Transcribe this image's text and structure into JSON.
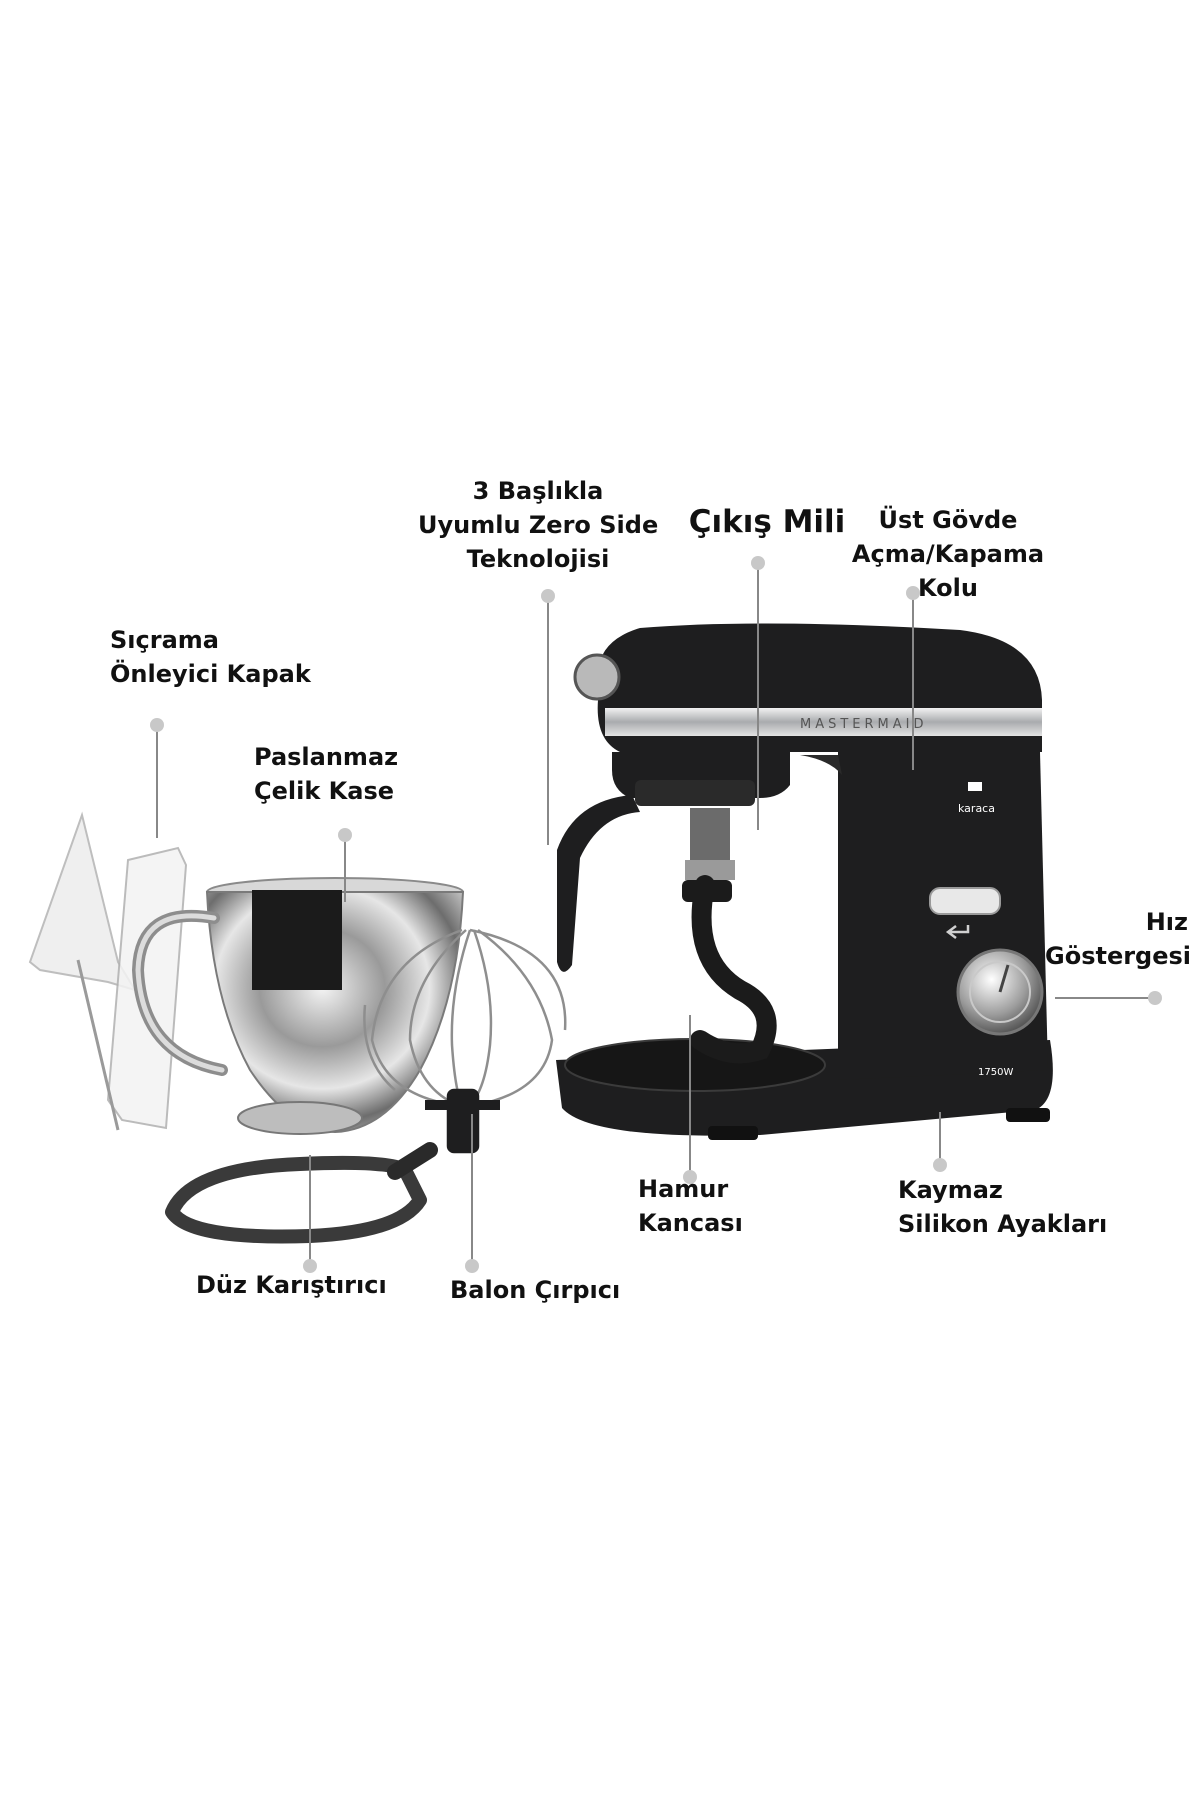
{
  "colors": {
    "background": "#ffffff",
    "callout_dot": "#c8c8c8",
    "callout_line": "#888888",
    "body": "#1e1e1f",
    "chrome": "#c9ccd0",
    "label_text": "#111111"
  },
  "product": {
    "brand_band": "MASTERMAID",
    "logo": "karaca",
    "power": "1750W"
  },
  "callouts": {
    "zero_side": {
      "lines": [
        "3 Başlıkla",
        "Uyumlu Zero Side",
        "Teknolojisi"
      ]
    },
    "output_shaft": {
      "lines": [
        "Çıkış Mili"
      ]
    },
    "upper_body": {
      "lines": [
        "Üst Gövde",
        "Açma/Kapama",
        "Kolu"
      ]
    },
    "splash_guard": {
      "lines": [
        "Sıçrama",
        "Önleyici Kapak"
      ]
    },
    "bowl": {
      "lines": [
        "Paslanmaz",
        "Çelik Kase"
      ]
    },
    "speed_indicator": {
      "lines": [
        "Hız",
        "Göstergesi"
      ]
    },
    "dough_hook": {
      "lines": [
        "Hamur",
        "Kancası"
      ]
    },
    "feet": {
      "lines": [
        "Kaymaz",
        "Silikon Ayakları"
      ]
    },
    "flat_beater": {
      "lines": [
        "Düz Karıştırıcı"
      ]
    },
    "balloon_whisk": {
      "lines": [
        "Balon Çırpıcı"
      ]
    }
  },
  "icons": [
    "speed-dial-icon",
    "tilt-release-button-icon",
    "karaca-logo-icon"
  ]
}
